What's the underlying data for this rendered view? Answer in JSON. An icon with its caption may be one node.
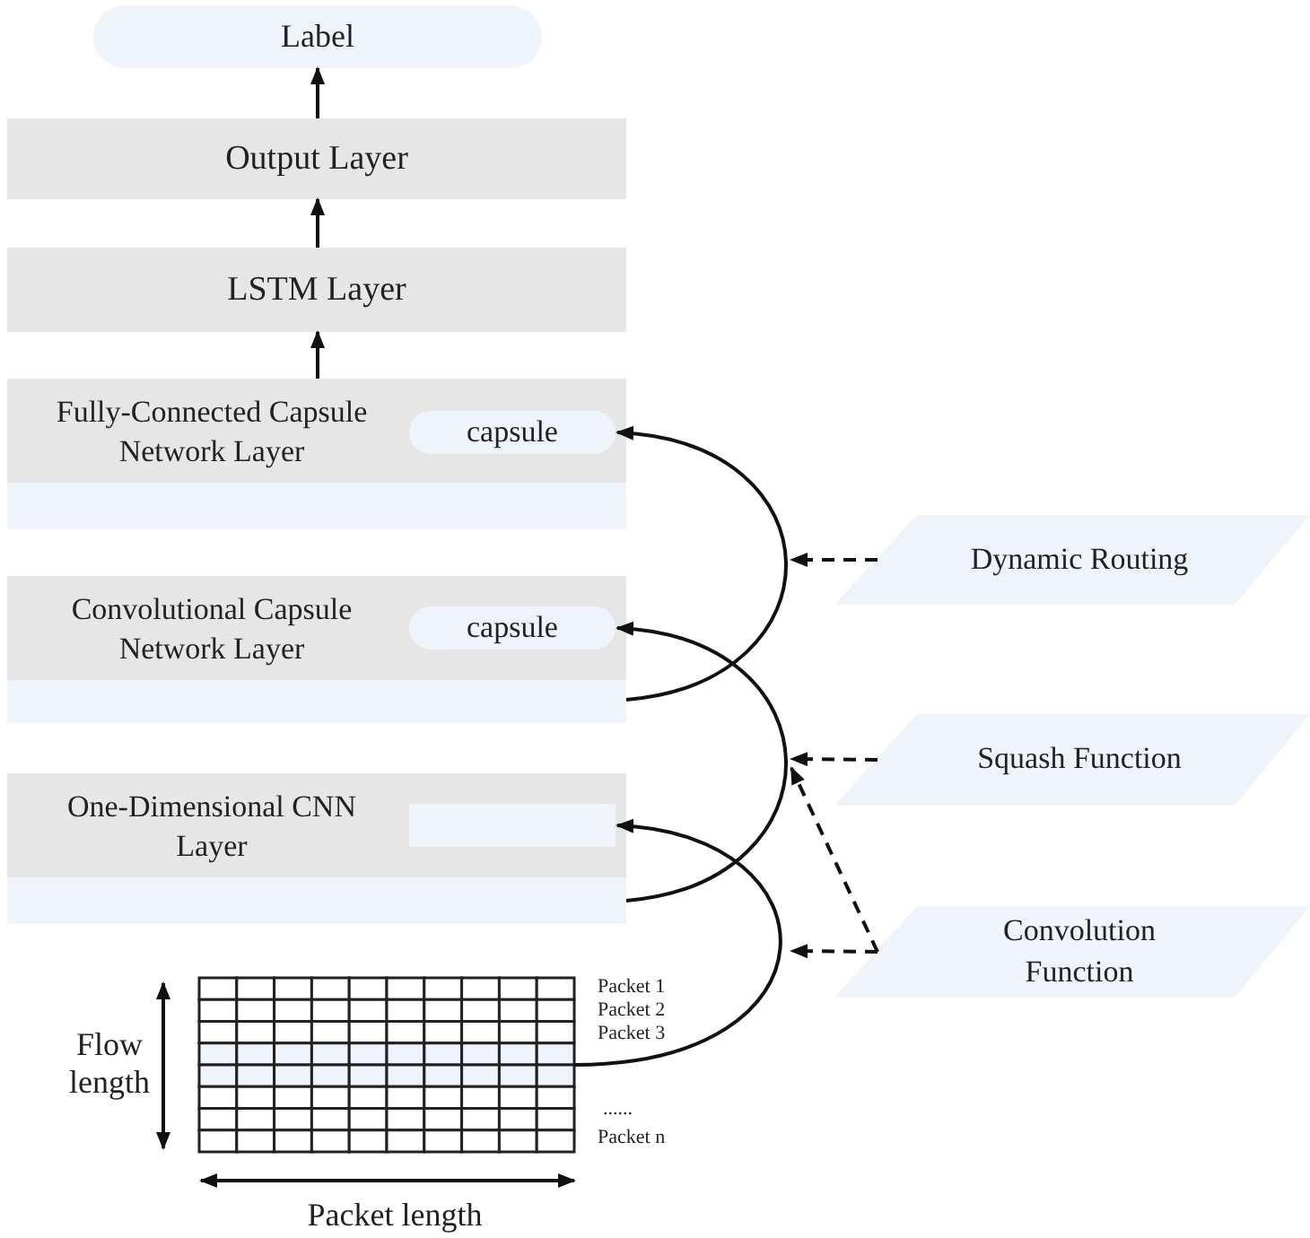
{
  "diagram": {
    "nodes": [
      {
        "text": [
          "Label"
        ]
      },
      {
        "text": [
          "Output Layer"
        ]
      },
      {
        "text": [
          "LSTM Layer"
        ]
      },
      {
        "text": [
          "Fully-Connected Capsule Network Layer"
        ]
      },
      {
        "text": [
          "capsule"
        ],
        "in": 3
      },
      {
        "text": [
          "Convolutional Capsule Network Layer"
        ]
      },
      {
        "text": [
          "capsule"
        ],
        "in": 5
      },
      {
        "text": [
          "One-Dimensional CNN Layer"
        ]
      },
      {
        "text": [],
        "shape": "box",
        "in": 7
      },
      {
        "text": [],
        "shape": "grid"
      },
      {
        "text": [
          "Dynamic Routing"
        ]
      },
      {
        "text": [
          "Squash Function"
        ]
      },
      {
        "text": [
          "Convolution Function"
        ]
      }
    ],
    "edges": [
      {
        "from": 1,
        "to": 0,
        "arrow": "to"
      },
      {
        "from": 2,
        "to": 1,
        "arrow": "to"
      },
      {
        "from": 3,
        "to": 2,
        "arrow": "to"
      },
      {
        "from": 9,
        "to": 8,
        "arrow": "to"
      },
      {
        "from": 7,
        "to": 6,
        "arrow": "to"
      },
      {
        "from": 5,
        "to": 4,
        "arrow": "to"
      },
      {
        "from": 10,
        "to": null,
        "arrow": "to",
        "style": "dashed"
      },
      {
        "from": 11,
        "to": null,
        "arrow": "to",
        "style": "dashed"
      },
      {
        "from": 12,
        "to": null,
        "arrow": "to",
        "style": "dashed"
      },
      {
        "from": 12,
        "to": null,
        "arrow": "to",
        "style": "dashed"
      }
    ],
    "labels": [
      "Packet 1",
      "Packet 2",
      "Packet 3",
      "......",
      "Packet n",
      "Flow length",
      "Packet length"
    ]
  }
}
